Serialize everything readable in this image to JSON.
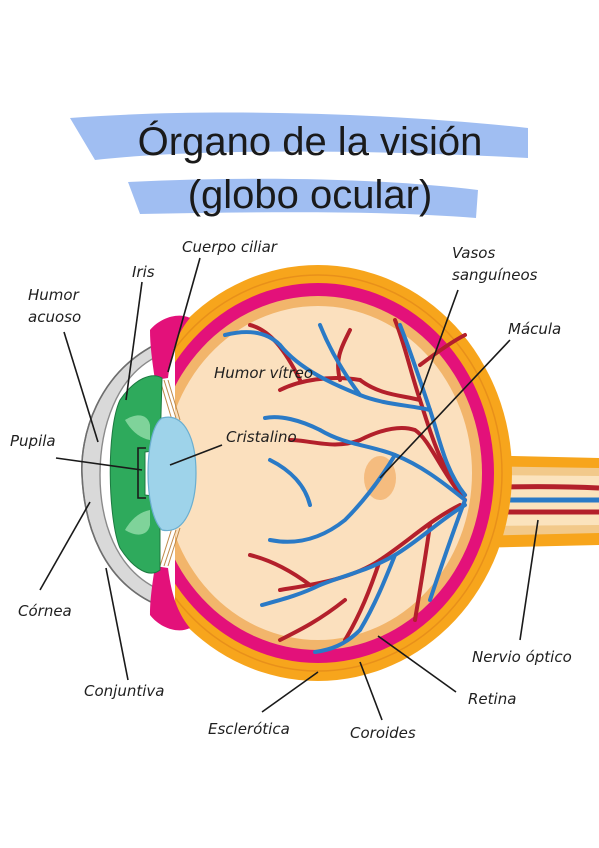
{
  "title": {
    "line1": "Órgano de la visión",
    "line2": "(globo ocular)"
  },
  "labels": {
    "cuerpo_ciliar": "Cuerpo ciliar",
    "iris": "Iris",
    "humor_acuoso_1": "Humor",
    "humor_acuoso_2": "acuoso",
    "pupila": "Pupila",
    "cornea": "Córnea",
    "conjuntiva": "Conjuntiva",
    "esclerotica": "Esclerótica",
    "coroides": "Coroides",
    "retina": "Retina",
    "nervio_optico": "Nervio óptico",
    "macula": "Mácula",
    "vasos_1": "Vasos",
    "vasos_2": "sanguíneos",
    "humor_vitreo": "Humor vítreo",
    "cristalino": "Cristalino"
  },
  "colors": {
    "title_highlight": "#8fb3f0",
    "sclera_outer": "#f7a51c",
    "choroid": "#e3117a",
    "vitreous": "#fbe0be",
    "retina_line": "#f2b56b",
    "vein": "#2a7ac6",
    "artery": "#b3202b",
    "iris": "#2eaa5c",
    "lens": "#9ed3ea",
    "cornea": "#d9d9d9",
    "macula": "#f4b878"
  }
}
